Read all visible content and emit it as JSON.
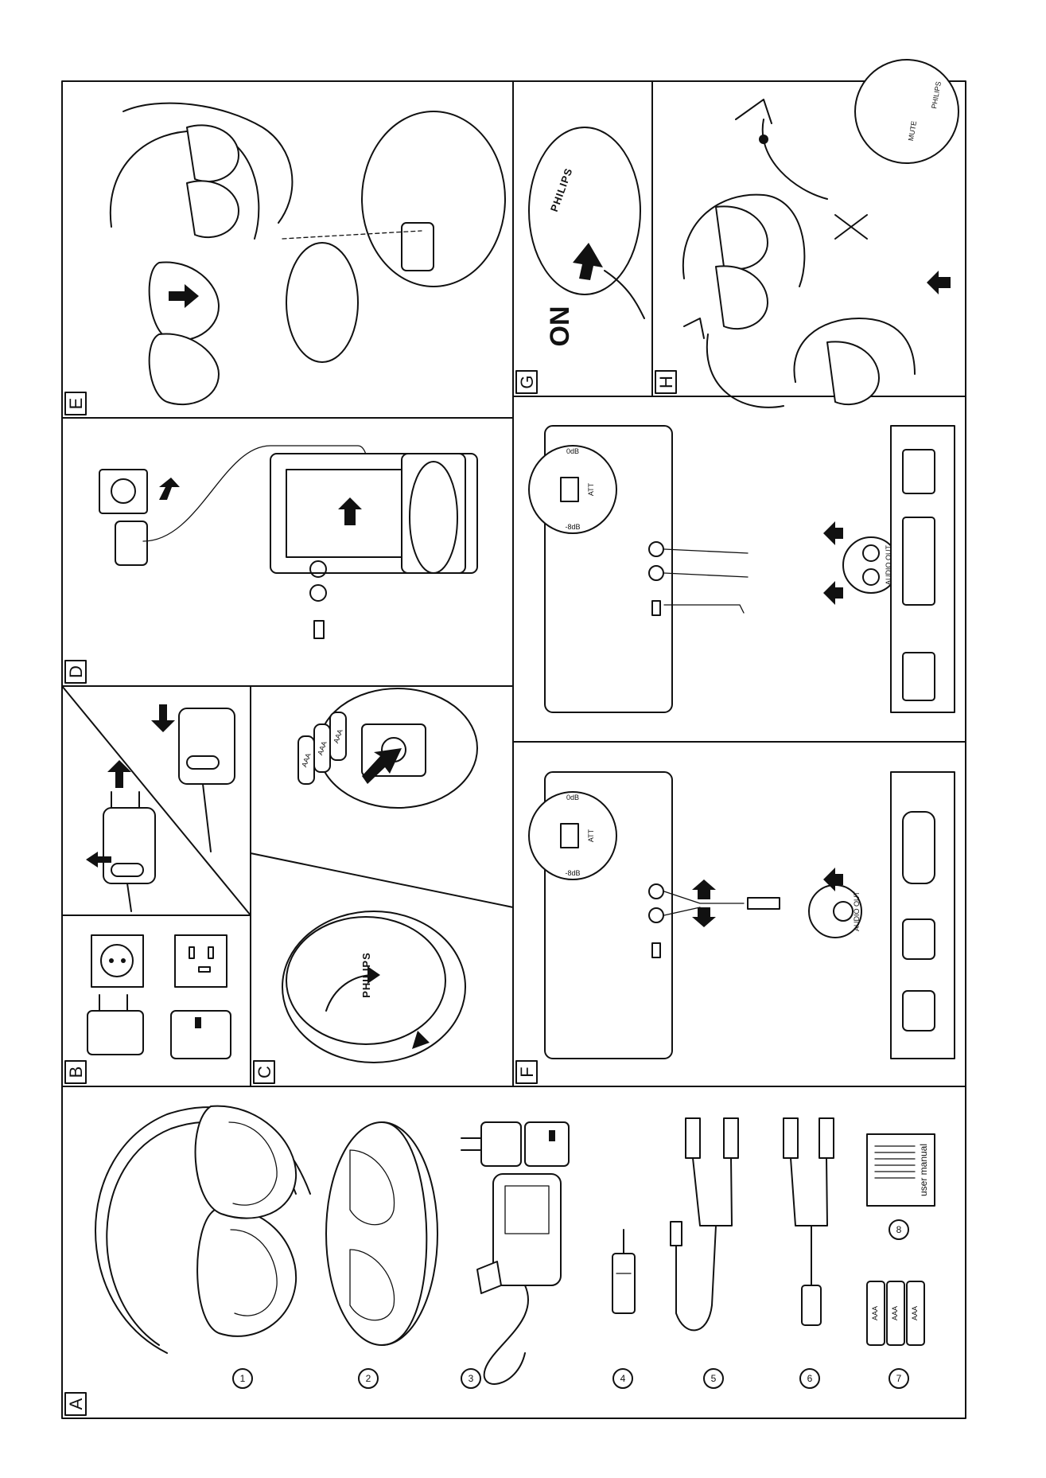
{
  "panels": {
    "A": "A",
    "B": "B",
    "C": "C",
    "D": "D",
    "E": "E",
    "F": "F",
    "G": "G",
    "H": "H"
  },
  "parts": [
    "1",
    "2",
    "3",
    "4",
    "5",
    "6",
    "7",
    "8"
  ],
  "labels": {
    "brand": "PHILIPS",
    "on": "ON",
    "audio_out": "AUDIO OUT",
    "att": "ATT",
    "zero_db": "0dB",
    "minus8_db": "-8dB",
    "mute": "MUTE",
    "user_manual": "user manual",
    "battery": "AAA",
    "plus": "+",
    "minus": "-"
  },
  "colors": {
    "line": "#111111",
    "paper": "#ffffff"
  }
}
